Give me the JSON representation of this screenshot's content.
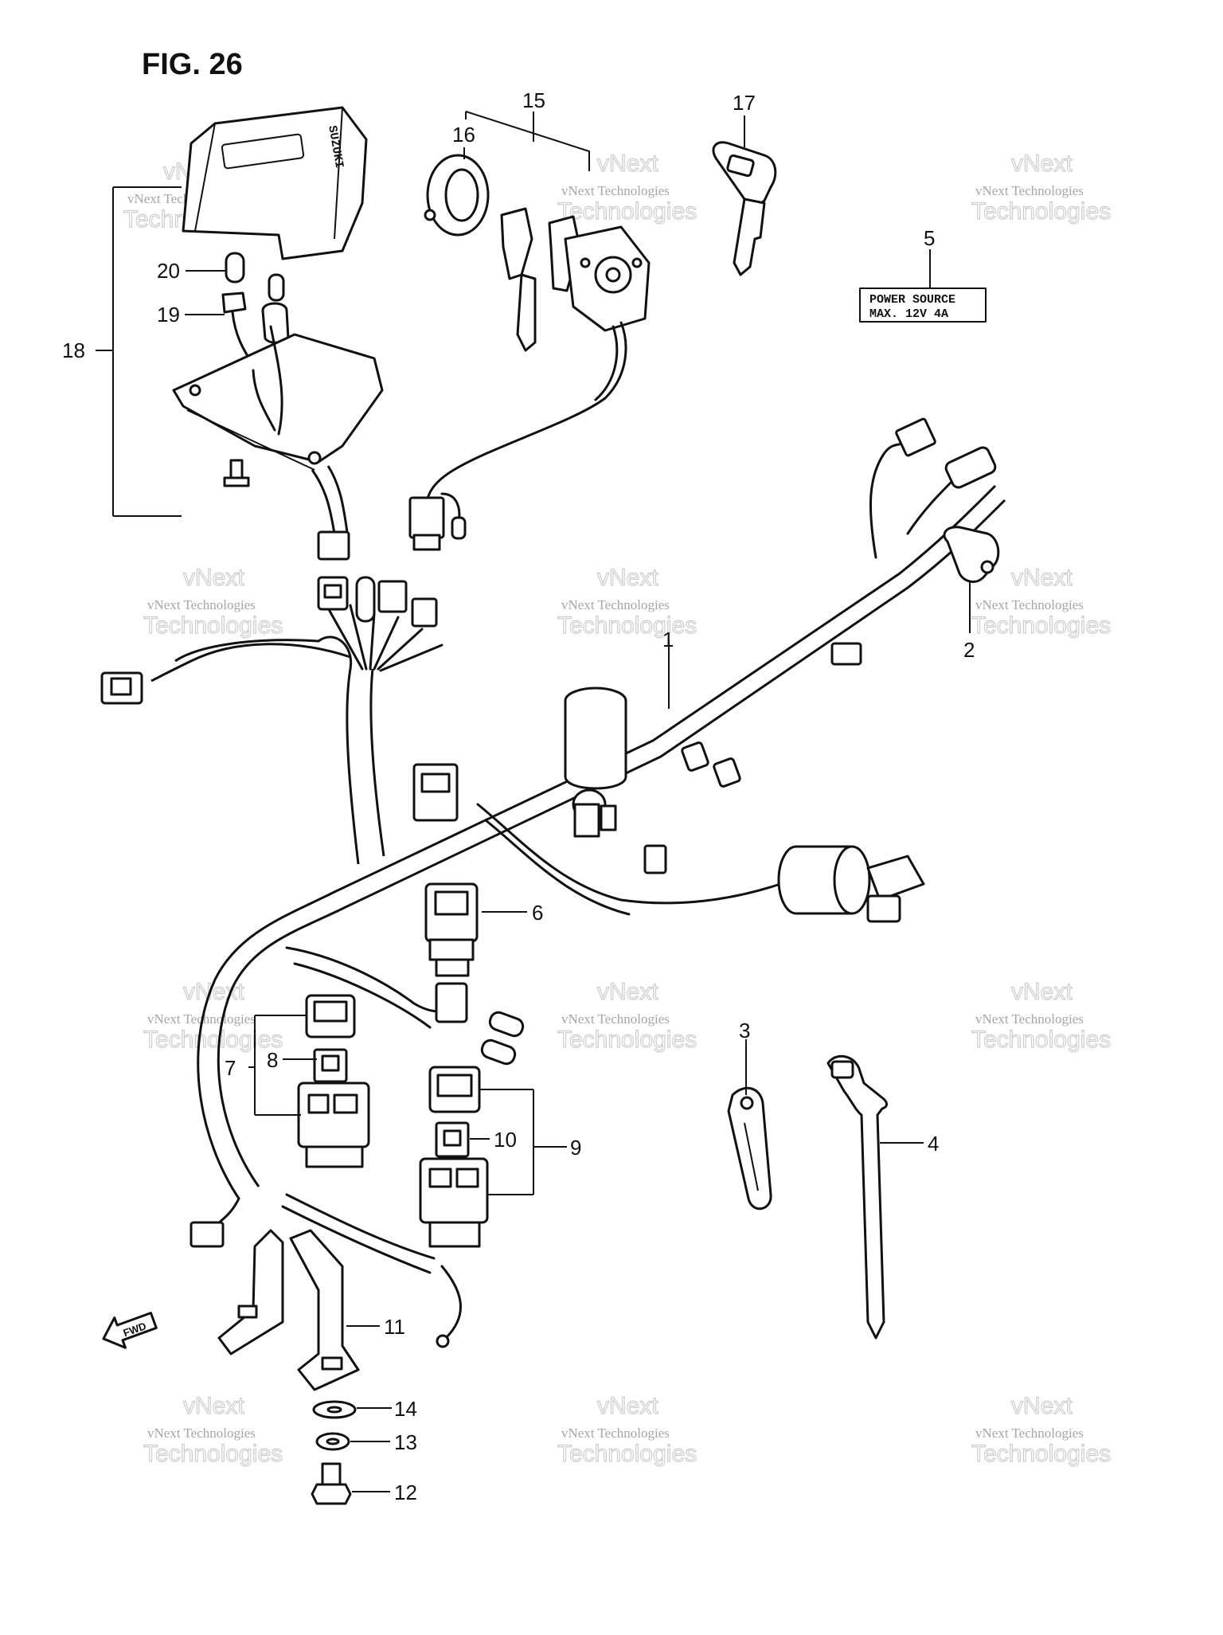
{
  "title": "FIG. 26",
  "watermark": {
    "line1": "vNext Technologies",
    "line2": "vNext",
    "line3": "Technologies"
  },
  "label_part5": {
    "line1": "POWER   SOURCE",
    "line2": "MAX.  12V  4A"
  },
  "ignition_cover_brand": "SUZUKI",
  "fwd_arrow": "FWD",
  "callouts": [
    {
      "id": "1",
      "text": "1"
    },
    {
      "id": "2",
      "text": "2"
    },
    {
      "id": "3",
      "text": "3"
    },
    {
      "id": "4",
      "text": "4"
    },
    {
      "id": "5",
      "text": "5"
    },
    {
      "id": "6",
      "text": "6"
    },
    {
      "id": "7",
      "text": "7"
    },
    {
      "id": "8",
      "text": "8"
    },
    {
      "id": "9",
      "text": "9"
    },
    {
      "id": "10",
      "text": "10"
    },
    {
      "id": "11",
      "text": "11"
    },
    {
      "id": "12",
      "text": "12"
    },
    {
      "id": "13",
      "text": "13"
    },
    {
      "id": "14",
      "text": "14"
    },
    {
      "id": "15",
      "text": "15"
    },
    {
      "id": "16",
      "text": "16"
    },
    {
      "id": "17",
      "text": "17"
    },
    {
      "id": "18",
      "text": "18"
    },
    {
      "id": "19",
      "text": "19"
    },
    {
      "id": "20",
      "text": "20"
    }
  ]
}
